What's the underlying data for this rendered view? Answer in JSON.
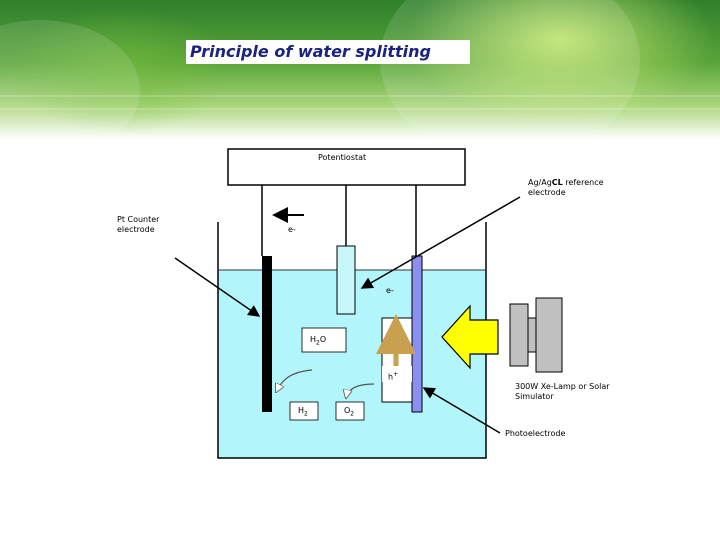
{
  "title": "Principle of water splitting",
  "potentiostat": "Potentiostat",
  "reference_electrode": {
    "line1": "Ag/Ag",
    "bold": "CL",
    "line1_rest": " reference",
    "line2": "electrode"
  },
  "counter_electrode": {
    "line1": "Pt Counter",
    "line2": "electrode"
  },
  "electron_top": "e-",
  "electron_right": "e-",
  "water": {
    "main": "H",
    "sub": "2",
    "rest": "O"
  },
  "hole": {
    "main": "h",
    "sup": "+"
  },
  "hydrogen": {
    "main": "H",
    "sub": "2"
  },
  "oxygen": {
    "main": "O",
    "sub": "2"
  },
  "lamp": {
    "line1": "300W Xe-Lamp or Solar",
    "line2": "Simulator"
  },
  "photoelectrode": "Photoelectrode",
  "colors": {
    "title": "#1a237e",
    "electrolyte": "#b2f5fa",
    "photoelectrode": "#8a8ff0",
    "light_arrow": "#ffff00",
    "hole_arrow": "#c8a050"
  }
}
